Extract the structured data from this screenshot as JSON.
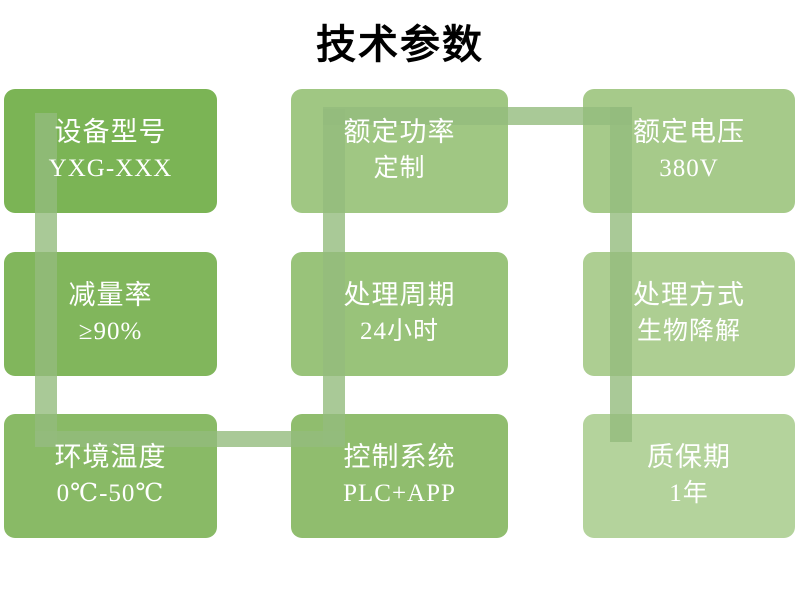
{
  "title": "技术参数",
  "connector": {
    "color": "#94bc7d"
  },
  "text_color": "#ffffff",
  "title_color": "#000000",
  "boxes": [
    {
      "label": "设备型号",
      "value": "YXG-XXX",
      "color": "#7bb455"
    },
    {
      "label": "额定功率",
      "value": "定制",
      "color": "#a0c783"
    },
    {
      "label": "额定电压",
      "value": "380V",
      "color": "#a6ca8a"
    },
    {
      "label": "减量率",
      "value": "≥90%",
      "color": "#81b65c"
    },
    {
      "label": "处理周期",
      "value": "24小时",
      "color": "#99c37a"
    },
    {
      "label": "处理方式",
      "value": "生物降解",
      "color": "#adce92"
    },
    {
      "label": "环境温度",
      "value": "0℃-50℃",
      "color": "#89ba66"
    },
    {
      "label": "控制系统",
      "value": "PLC+APP",
      "color": "#90bd6e"
    },
    {
      "label": "质保期",
      "value": "1年",
      "color": "#b4d39c"
    }
  ]
}
